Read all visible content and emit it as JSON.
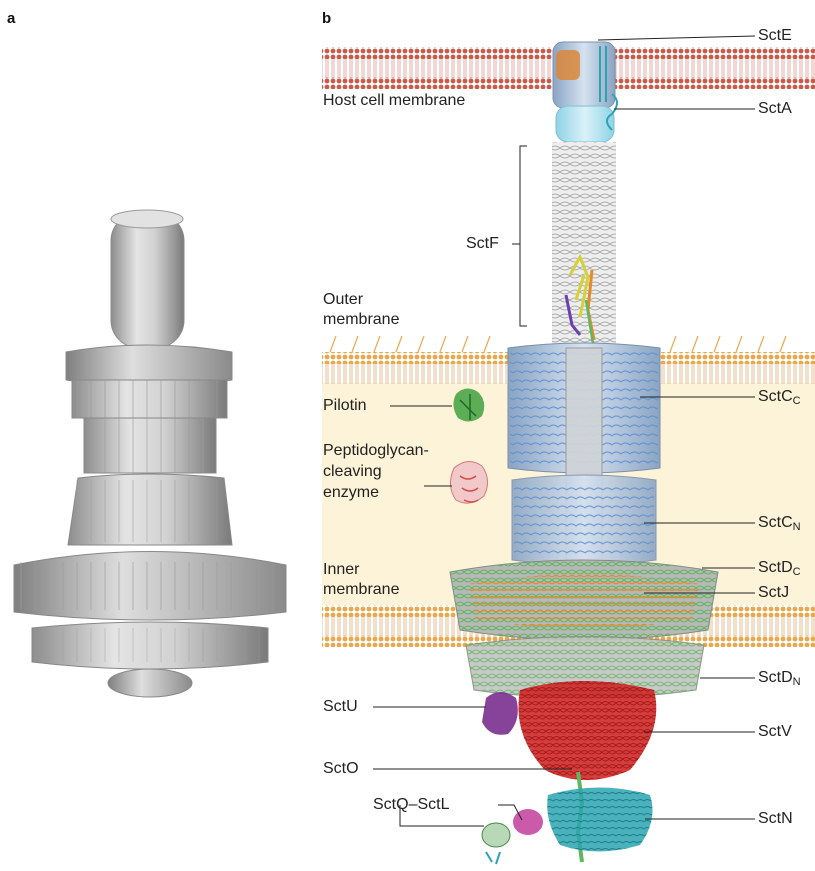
{
  "panels": {
    "a": "a",
    "b": "b"
  },
  "regions": {
    "host_membrane": "Host cell membrane",
    "outer_membrane": [
      "Outer",
      "membrane"
    ],
    "inner_membrane": [
      "Inner",
      "membrane"
    ]
  },
  "left_labels": {
    "sctf": "SctF",
    "pilotin": "Pilotin",
    "peptidoglycan": [
      "Peptidoglycan-",
      "cleaving",
      "enzyme"
    ],
    "sctu": "SctU",
    "scto": "SctO",
    "sctq_sctl": "SctQ–SctL"
  },
  "right_labels": {
    "scte": "SctE",
    "scta": "SctA",
    "sctcc": {
      "base": "SctC",
      "sub": "C"
    },
    "sctcn": {
      "base": "SctC",
      "sub": "N"
    },
    "sctdc": {
      "base": "SctD",
      "sub": "C"
    },
    "sctj": "SctJ",
    "sctdn": {
      "base": "SctD",
      "sub": "N"
    },
    "sctv": "SctV",
    "sctn": "SctN"
  },
  "colors": {
    "host_membrane": "#c85a4a",
    "bacterial_membrane": "#e9a84b",
    "periplasm": "#fdf3d8",
    "density_grey": "#c8c8c8",
    "secretin_blue": "#5b8fd0",
    "sctd_green": "#5fb75f",
    "sctj_orange": "#e58a2a",
    "sctv_red": "#d02828",
    "sctu_purple": "#7a2f8f",
    "sctn_teal": "#2aa5b0",
    "sctq_magenta": "#c23d9c"
  },
  "icons": [
    "needle-filament",
    "export-apparatus",
    "atpase-ring"
  ]
}
